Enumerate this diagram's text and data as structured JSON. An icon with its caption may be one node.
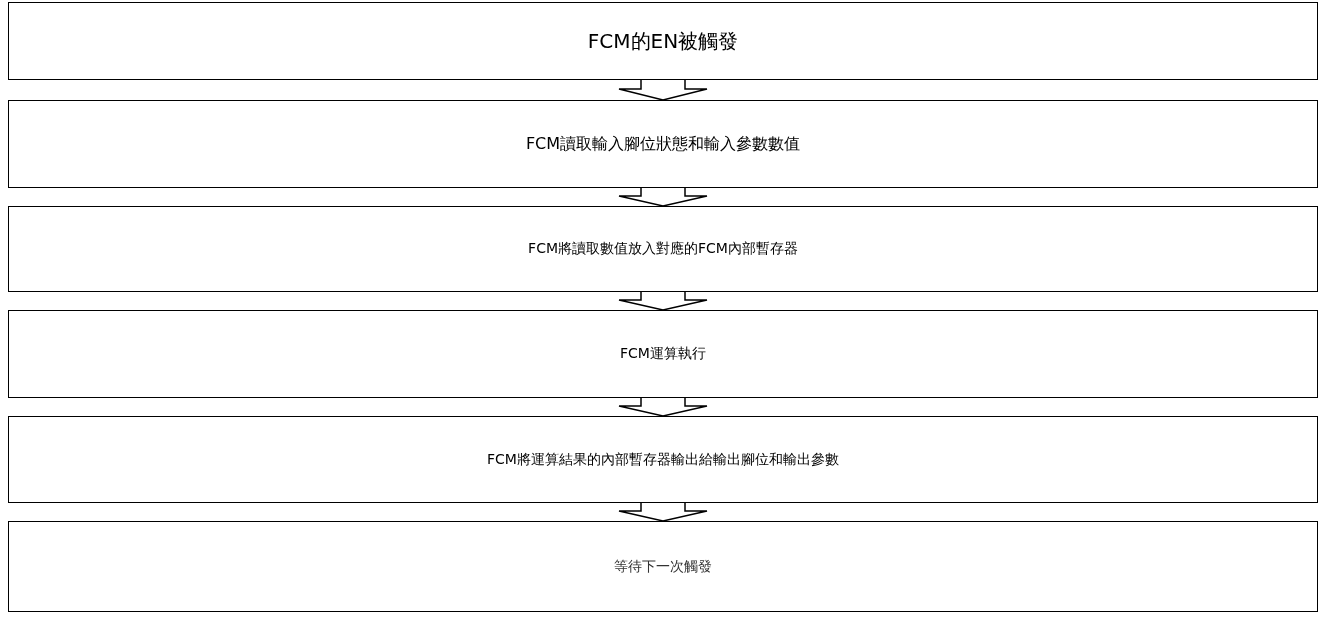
{
  "diagram": {
    "nodes": [
      {
        "text": [
          "FCM的EN被觸發"
        ]
      },
      {
        "text": [
          "FCM讀取輸入腳位狀態和輸入參數數值"
        ]
      },
      {
        "text": [
          "FCM將讀取數值放入對應的FCM內部暫存器"
        ]
      },
      {
        "text": [
          "FCM運算執行"
        ]
      },
      {
        "text": [
          "FCM將運算結果的內部暫存器輸出給輸出腳位和輸出參數"
        ]
      },
      {
        "text": [
          "等待下一次觸發"
        ]
      }
    ],
    "edges": [
      {
        "from": 0,
        "to": 1,
        "arrow": "to"
      },
      {
        "from": 1,
        "to": 2,
        "arrow": "to"
      },
      {
        "from": 2,
        "to": 3,
        "arrow": "to"
      },
      {
        "from": 3,
        "to": 4,
        "arrow": "to"
      },
      {
        "from": 4,
        "to": 5,
        "arrow": "to"
      }
    ]
  }
}
